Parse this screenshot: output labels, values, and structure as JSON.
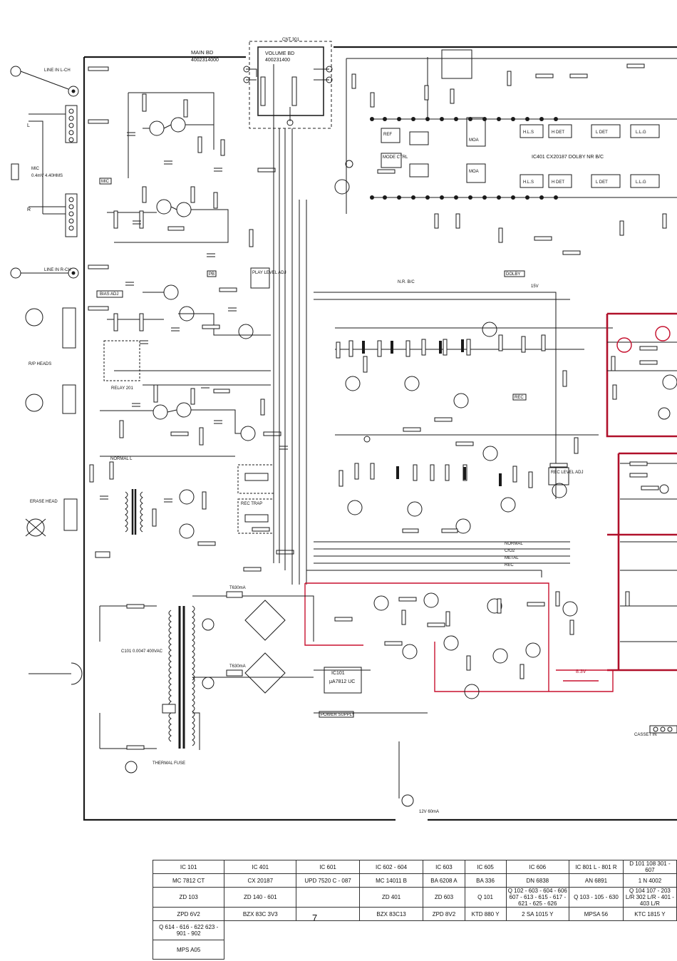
{
  "labels": {
    "main_board": "MAIN BD",
    "main_board_no": "4002314000",
    "volume_board": "VOLUME BD",
    "volume_board_no": "400231400",
    "cnt301": "CNT 301",
    "line_in_l": "LINE IN L-CH",
    "line_in_r": "LINE IN R-CH",
    "mic": "MIC",
    "mic_spec": "0.4mV 4.40HMS",
    "bias_adj": "BIAS ADJ",
    "relay": "RELAY 201",
    "rp_heads": "R/P HEADS",
    "erase_head": "ERASE HEAD",
    "ic401_label": "IC401 CX20187 DOLBY NR B/C",
    "play_level_adj": "PLAY LEVEL ADJ",
    "dolby": "DOLBY",
    "rec": "REC",
    "rec_level_adj": "REC LEVEL ADJ",
    "rec_trap": "REC TRAP",
    "normal": "NORMAL",
    "cro2": "CrO2",
    "metal": "METAL",
    "rec2": "REC",
    "power_supply": "POWER SUPPLY",
    "ic101": "IC101",
    "ic101_part": "μA7812 UC",
    "thermal_fuse": "THERMAL FUSE",
    "nr_ac": "N.R. B/C",
    "line_out": "15V",
    "v12": "12V 60mA",
    "v83": "8.3V",
    "cassette_in": "CASSET IN",
    "fuse1": "T630mA",
    "fuse2": "T630mA",
    "mode_ctrl": "MODE CTRL",
    "ref": "REF",
    "moa": "MOA",
    "hls": "H.L.S",
    "hdet": "H DET",
    "ldet": "L DET",
    "llg": "L.L.G",
    "c101": "C101 0.0047 400VAC",
    "normal_l": "NORMAL L",
    "pb": "PB",
    "mic_lbl": "MIC"
  },
  "table": {
    "headers": [
      "IC 101",
      "IC 401",
      "IC 601",
      "IC 602 - 604",
      "IC 603",
      "IC 605",
      "IC 606",
      "IC 801 L - 801 R",
      "D 101 108 301 - 607"
    ],
    "row1": [
      "MC 7812 CT",
      "CX 20187",
      "UPD 7520 C - 087",
      "MC 14011 B",
      "BA 6208 A",
      "BA 336",
      "DN 6838",
      "AN 6891",
      "1 N 4002"
    ],
    "row2": [
      "ZD 103",
      "ZD 140 - 601",
      "",
      "ZD 401",
      "ZD 603",
      "Q 101",
      "Q 102 - 603 - 604 - 606 607 - 613 - 615 - 617 - 621 - 625 - 626",
      "Q 103 - 105 - 630",
      "Q 104 107 - 203 L/R 302 L/R - 401 - 403 L/R"
    ],
    "row3": [
      "ZPD 6V2",
      "BZX 83C 3V3",
      "",
      "BZX 83C13",
      "ZPD 8V2",
      "KTD 880 Y",
      "2 SA 1015 Y",
      "MPSA 56",
      "KTC 1815 Y"
    ],
    "row4": [
      "Q 614 - 616 - 622 623 - 901 - 902"
    ],
    "row5": [
      "MPS A05"
    ]
  },
  "page_number": "7"
}
